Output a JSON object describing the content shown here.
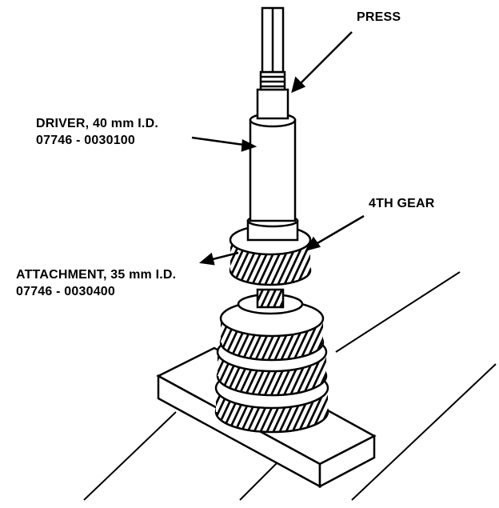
{
  "labels": {
    "press": "PRESS",
    "driver_name": "DRIVER, 40 mm I.D.",
    "driver_part": "07746 - 0030100",
    "gear": "4TH GEAR",
    "attachment_name": "ATTACHMENT, 35 mm I.D.",
    "attachment_part": "07746 - 0030400"
  }
}
